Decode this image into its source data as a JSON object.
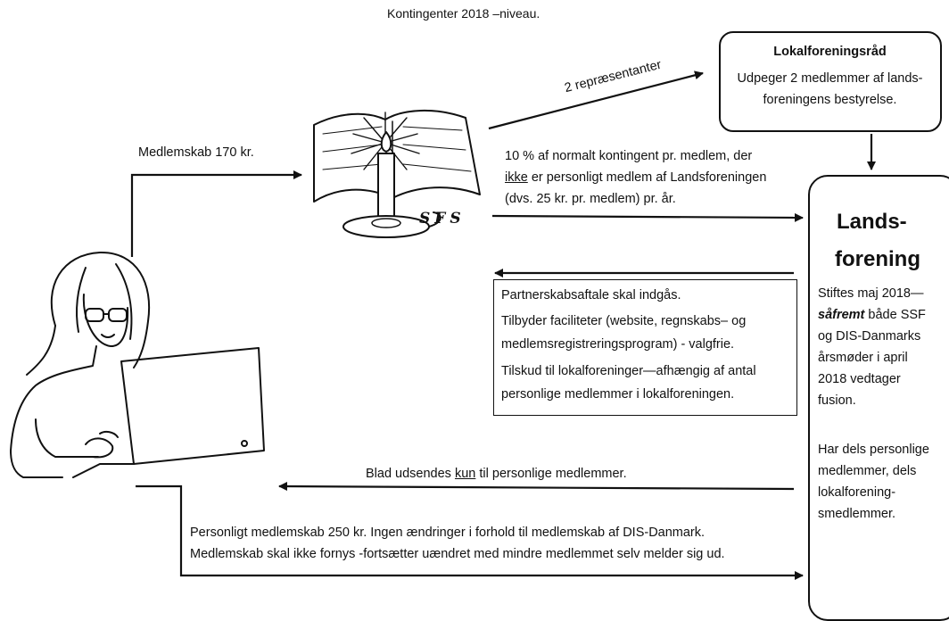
{
  "header": {
    "title": "Kontingenter 2018 –niveau."
  },
  "lokal": {
    "title": "Lokalforeningsråd",
    "line1": "Udpeger 2 medlemmer af lands-",
    "line2": "foreningens bestyrelse."
  },
  "arrows": {
    "representatives": "2 repræsentanter",
    "membership_fee": "Medlemskab 170 kr.",
    "percent_line1": "10 % af normalt kontingent pr. medlem, der",
    "percent_line2_u": "ikke",
    "percent_line2_rest": " er personligt medlem af Landsforeningen",
    "percent_line3": "(dvs. 25 kr. pr. medlem) pr. år.",
    "magazine_pre": "Blad udsendes ",
    "magazine_u": "kun",
    "magazine_post": " til personlige medlemmer.",
    "personal_line1": "Personligt medlemskab 250 kr. Ingen ændringer i forhold til medlemskab af DIS-Danmark.",
    "personal_line2": "Medlemskab skal ikke fornys -fortsætter uændret med mindre medlemmet selv melder sig ud."
  },
  "partner": {
    "line1": "Partnerskabsaftale skal indgås.",
    "line2": "Tilbyder faciliteter (website, regnskabs– og",
    "line3": "medlemsregistreringsprogram) - valgfrie.",
    "line4": "Tilskud til lokalforeninger—afhængig af antal",
    "line5": "personlige medlemmer i lokalforeningen."
  },
  "lands": {
    "title1": "Lands-",
    "title2": "forening",
    "l1": "Stiftes maj 2018—",
    "l2_bold": "såfremt",
    "l2_rest": " både SSF",
    "l3": "og DIS-Danmarks",
    "l4": "årsmøder i april",
    "l5": "2018 vedtager",
    "l6": "fusion.",
    "l7": "Har dels personlige",
    "l8": "medlemmer, dels",
    "l9": "lokalforening-",
    "l10": "smedlemmer."
  },
  "logo": {
    "letters": "SFS"
  }
}
